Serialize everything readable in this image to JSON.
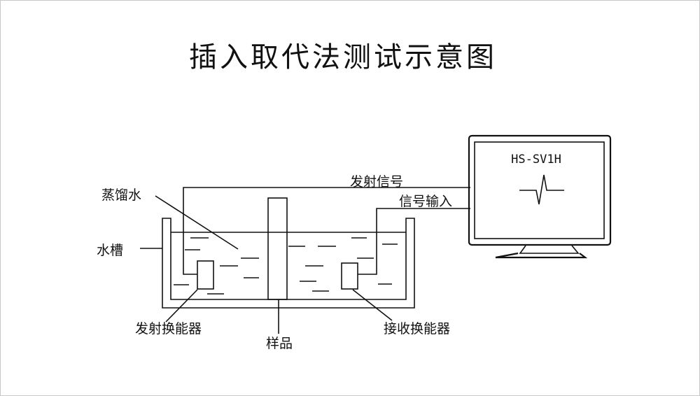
{
  "title": "插入取代法测试示意图",
  "labels": {
    "distilled_water": "蒸馏水",
    "tank": "水槽",
    "transmit_signal": "发射信号",
    "signal_input": "信号输入",
    "transmit_transducer": "发射换能器",
    "sample": "样品",
    "receive_transducer": "接收换能器"
  },
  "monitor": {
    "model": "HS-SV1H",
    "waveform": "pulse-waveform"
  },
  "colors": {
    "line": "#111111",
    "background": "#ffffff"
  }
}
